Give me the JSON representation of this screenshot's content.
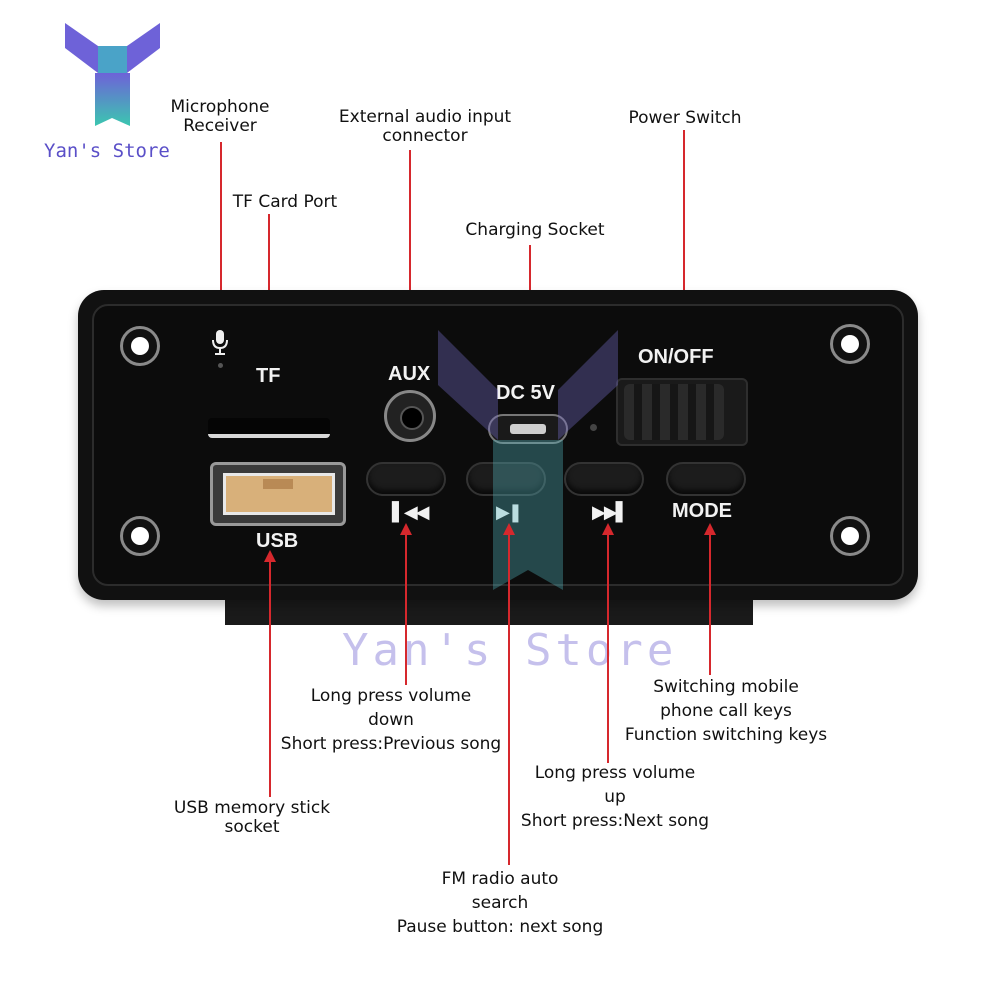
{
  "logo": {
    "brand": "Yan's Store",
    "colors": [
      "#6b5fd6",
      "#39c3b6"
    ]
  },
  "watermark": {
    "text": "Yan's Store"
  },
  "panel": {
    "mic_icon": "microphone-icon",
    "tf": "TF",
    "usb": "USB",
    "aux": "AUX",
    "dc": "DC 5V",
    "onoff": "ON/OFF",
    "mode": "MODE",
    "prev_icon": "previous-track-icon",
    "play_icon": "play-pause-icon",
    "next_icon": "next-track-icon"
  },
  "labels": {
    "microphone": [
      "Microphone",
      "Receiver"
    ],
    "tf_card": "TF Card Port",
    "aux": [
      "External audio input",
      "connector"
    ],
    "charging": "Charging Socket",
    "power": "Power Switch",
    "usb": [
      "USB memory stick",
      "socket"
    ],
    "prev": [
      "Long press volume",
      "down",
      "Short press:Previous song"
    ],
    "play": [
      "FM radio auto",
      "search",
      "Pause button: next song"
    ],
    "next": [
      "Long press volume",
      "up",
      "Short press:Next song"
    ],
    "mode": [
      "Switching mobile",
      "phone call keys",
      "Function switching keys"
    ]
  },
  "colors": {
    "arrow": "#d6282d",
    "panel": "#111111"
  }
}
